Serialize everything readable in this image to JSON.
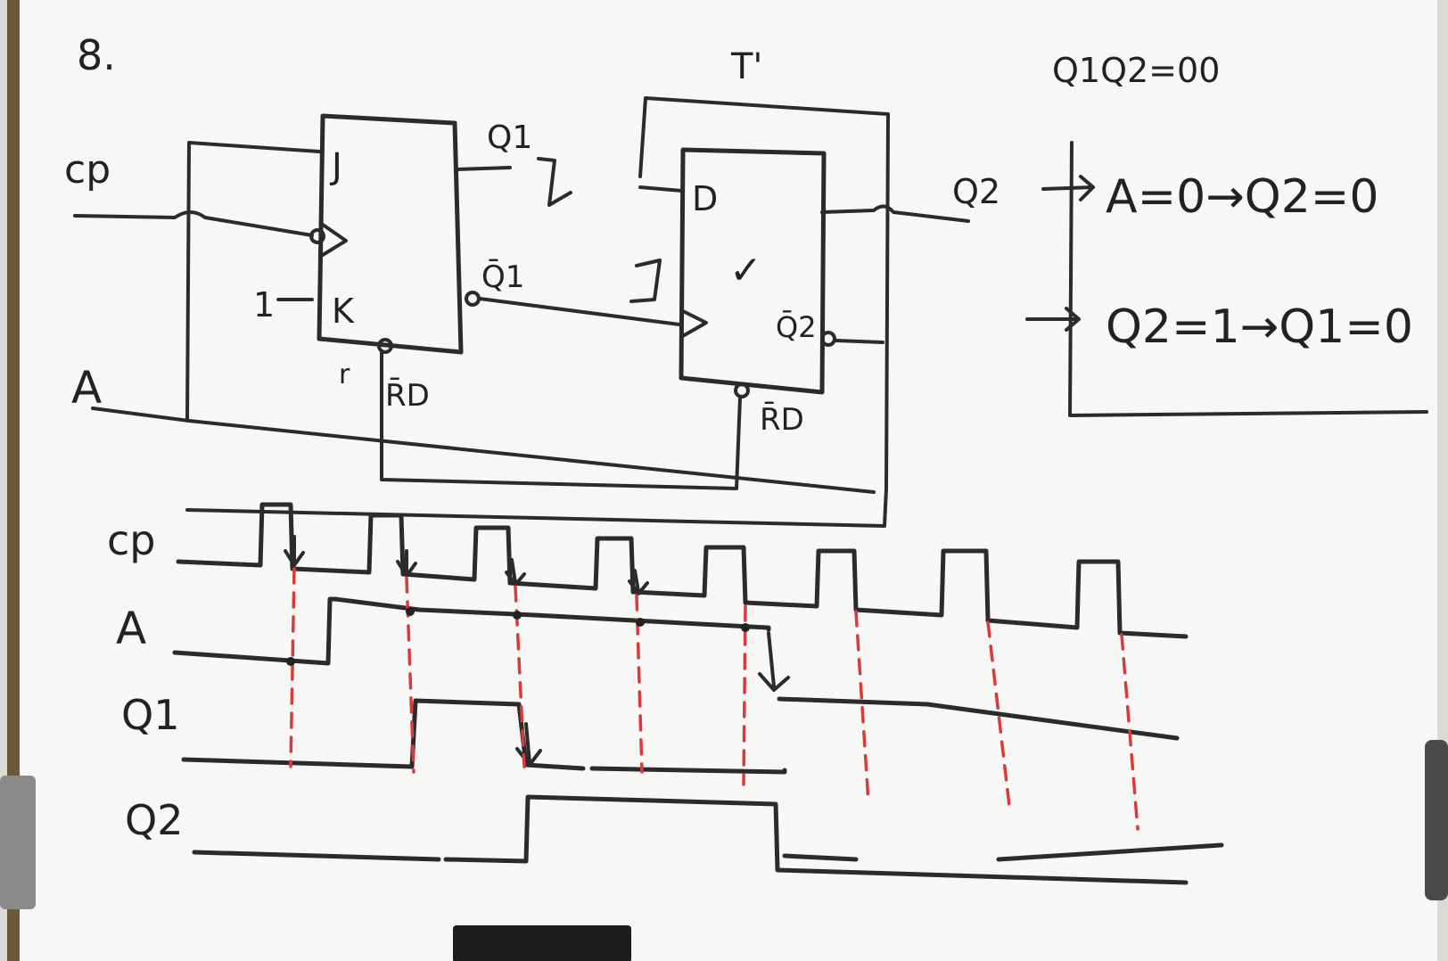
{
  "question_number": "8.",
  "flip_flop_1": {
    "type": "JK",
    "inputs": {
      "j": "J",
      "k": "K",
      "k_tied": "1"
    },
    "outputs": {
      "q": "Q1",
      "q_bar": "Q̄1"
    },
    "reset": "R̄D",
    "reset_mark": "r"
  },
  "flip_flop_2": {
    "type": "D",
    "label": "T'",
    "inputs": {
      "d": "D"
    },
    "outputs": {
      "q": "Q2",
      "q_bar": "Q̄2"
    },
    "reset": "R̄D",
    "check_mark": "✓"
  },
  "signals": {
    "clock": "cp",
    "a": "A"
  },
  "notes": {
    "initial_state": "Q1Q2=00",
    "rule1": "A=0→Q2=0",
    "rule2": "Q2=1→Q1=0"
  },
  "timing": {
    "labels": [
      "cp",
      "A",
      "Q1",
      "Q2"
    ],
    "cp_pulses": 8,
    "a_rises_after_pulse": 1,
    "q1_high_between_falling_edges": [
      2,
      3
    ],
    "q2_high_between_falling_edges": [
      3,
      5
    ],
    "a_falls_at_falling_edge": 5
  },
  "colors": {
    "board": "#f7f7f5",
    "ink": "#2b2b2b",
    "guide": "#d93a3a",
    "frame": "#d8d6d2",
    "eraser": "#1c1c1c"
  }
}
